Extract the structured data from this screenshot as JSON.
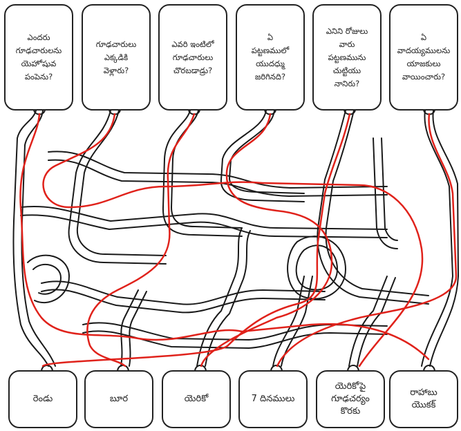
{
  "questions": [
    {
      "text": "ఎందరు\nగూఢచారులను\nయెహోషువ\nపంపెను?"
    },
    {
      "text": "గూఢచారులు\nఎక్కడికి\nవెళ్లారు?"
    },
    {
      "text": "ఎవరి ఇంటిలో\nగూఢచారులు\nచొరబడాడ్రు?"
    },
    {
      "text": "ఏ\nపట్టణములో\nయుదధ్ము\nజరిగినది?"
    },
    {
      "text": "ఎనిని రోజులు\nవారు\nపట్టణమును\nచుట్టియు\nనానిరు?"
    },
    {
      "text": "ఏ\nవాదయ్యములను\nయాజకులు\nవాయించారు?"
    }
  ],
  "answers": [
    {
      "text": "రెండు"
    },
    {
      "text": "బూర"
    },
    {
      "text": "యెరికో"
    },
    {
      "text": "7 దినములు"
    },
    {
      "text": "యెరికోపై\nగూఢచర్యం\nకొరకు"
    },
    {
      "text": "రాహాబు\nయొకక్"
    }
  ],
  "colors": {
    "maze_line": "#1a1a1a",
    "solution_path": "#e0221b",
    "box_border": "#222222"
  }
}
